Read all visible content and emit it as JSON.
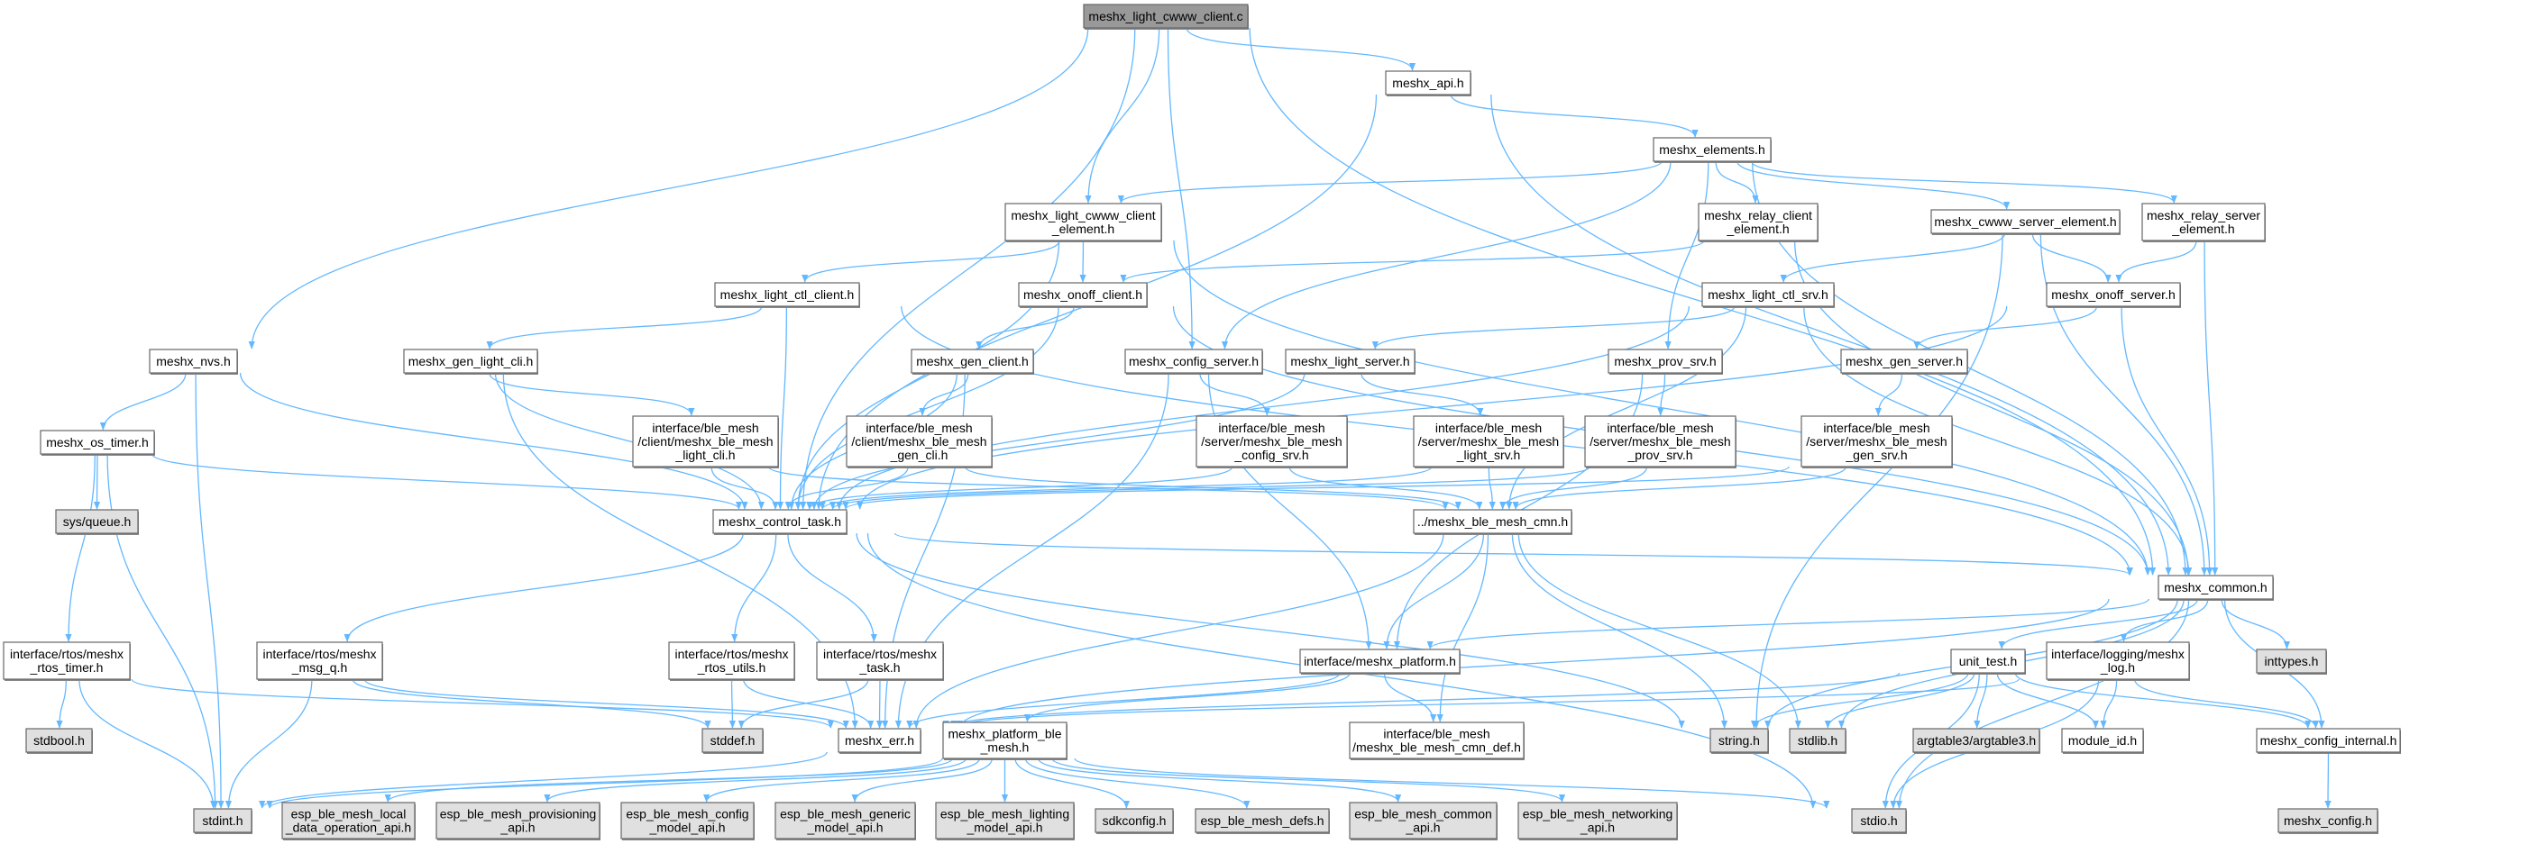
{
  "graph": {
    "title": "meshx_light_cwww_client.c",
    "colors": {
      "edge": "#63b8ff",
      "root_fill": "#999999",
      "node_fill": "#ffffff",
      "system_fill": "#e0e0e0",
      "border": "#666666"
    },
    "nodes": [
      {
        "id": "root",
        "label": [
          "meshx_light_cwww_client.c"
        ],
        "kind": "root"
      },
      {
        "id": "api",
        "label": [
          "meshx_api.h"
        ],
        "kind": "local"
      },
      {
        "id": "elements",
        "label": [
          "meshx_elements.h"
        ],
        "kind": "local"
      },
      {
        "id": "cwww_cli_el",
        "label": [
          "meshx_light_cwww_client",
          "_element.h"
        ],
        "kind": "local"
      },
      {
        "id": "relay_cli_el",
        "label": [
          "meshx_relay_client",
          "_element.h"
        ],
        "kind": "local"
      },
      {
        "id": "cwww_srv_el",
        "label": [
          "meshx_cwww_server_element.h"
        ],
        "kind": "local"
      },
      {
        "id": "relay_srv_el",
        "label": [
          "meshx_relay_server",
          "_element.h"
        ],
        "kind": "local"
      },
      {
        "id": "light_ctl_client",
        "label": [
          "meshx_light_ctl_client.h"
        ],
        "kind": "local"
      },
      {
        "id": "onoff_client",
        "label": [
          "meshx_onoff_client.h"
        ],
        "kind": "local"
      },
      {
        "id": "light_ctl_srv",
        "label": [
          "meshx_light_ctl_srv.h"
        ],
        "kind": "local"
      },
      {
        "id": "onoff_server",
        "label": [
          "meshx_onoff_server.h"
        ],
        "kind": "local"
      },
      {
        "id": "nvs",
        "label": [
          "meshx_nvs.h"
        ],
        "kind": "local"
      },
      {
        "id": "gen_light_cli",
        "label": [
          "meshx_gen_light_cli.h"
        ],
        "kind": "local"
      },
      {
        "id": "gen_client",
        "label": [
          "meshx_gen_client.h"
        ],
        "kind": "local"
      },
      {
        "id": "config_server",
        "label": [
          "meshx_config_server.h"
        ],
        "kind": "local"
      },
      {
        "id": "light_server",
        "label": [
          "meshx_light_server.h"
        ],
        "kind": "local"
      },
      {
        "id": "prov_srv",
        "label": [
          "meshx_prov_srv.h"
        ],
        "kind": "local"
      },
      {
        "id": "gen_server",
        "label": [
          "meshx_gen_server.h"
        ],
        "kind": "local"
      },
      {
        "id": "os_timer",
        "label": [
          "meshx_os_timer.h"
        ],
        "kind": "local"
      },
      {
        "id": "ble_light_cli",
        "label": [
          "interface/ble_mesh",
          "/client/meshx_ble_mesh",
          "_light_cli.h"
        ],
        "kind": "local"
      },
      {
        "id": "ble_gen_cli",
        "label": [
          "interface/ble_mesh",
          "/client/meshx_ble_mesh",
          "_gen_cli.h"
        ],
        "kind": "local"
      },
      {
        "id": "ble_config_srv",
        "label": [
          "interface/ble_mesh",
          "/server/meshx_ble_mesh",
          "_config_srv.h"
        ],
        "kind": "local"
      },
      {
        "id": "ble_light_srv",
        "label": [
          "interface/ble_mesh",
          "/server/meshx_ble_mesh",
          "_light_srv.h"
        ],
        "kind": "local"
      },
      {
        "id": "ble_prov_srv",
        "label": [
          "interface/ble_mesh",
          "/server/meshx_ble_mesh",
          "_prov_srv.h"
        ],
        "kind": "local"
      },
      {
        "id": "ble_gen_srv",
        "label": [
          "interface/ble_mesh",
          "/server/meshx_ble_mesh",
          "_gen_srv.h"
        ],
        "kind": "local"
      },
      {
        "id": "sys_queue",
        "label": [
          "sys/queue.h"
        ],
        "kind": "system"
      },
      {
        "id": "control_task",
        "label": [
          "meshx_control_task.h"
        ],
        "kind": "local"
      },
      {
        "id": "ble_mesh_cmn",
        "label": [
          "../meshx_ble_mesh_cmn.h"
        ],
        "kind": "local"
      },
      {
        "id": "common",
        "label": [
          "meshx_common.h"
        ],
        "kind": "local"
      },
      {
        "id": "rtos_timer",
        "label": [
          "interface/rtos/meshx",
          "_rtos_timer.h"
        ],
        "kind": "local"
      },
      {
        "id": "msg_q",
        "label": [
          "interface/rtos/meshx",
          "_msg_q.h"
        ],
        "kind": "local"
      },
      {
        "id": "rtos_utils",
        "label": [
          "interface/rtos/meshx",
          "_rtos_utils.h"
        ],
        "kind": "local"
      },
      {
        "id": "rtos_task",
        "label": [
          "interface/rtos/meshx",
          "_task.h"
        ],
        "kind": "local"
      },
      {
        "id": "platform",
        "label": [
          "interface/meshx_platform.h"
        ],
        "kind": "local"
      },
      {
        "id": "unit_test",
        "label": [
          "unit_test.h"
        ],
        "kind": "local"
      },
      {
        "id": "log",
        "label": [
          "interface/logging/meshx",
          "_log.h"
        ],
        "kind": "local"
      },
      {
        "id": "inttypes",
        "label": [
          "inttypes.h"
        ],
        "kind": "system"
      },
      {
        "id": "stdbool",
        "label": [
          "stdbool.h"
        ],
        "kind": "system"
      },
      {
        "id": "stddef",
        "label": [
          "stddef.h"
        ],
        "kind": "system"
      },
      {
        "id": "err",
        "label": [
          "meshx_err.h"
        ],
        "kind": "local"
      },
      {
        "id": "platform_ble",
        "label": [
          "meshx_platform_ble",
          "_mesh.h"
        ],
        "kind": "local"
      },
      {
        "id": "cmn_def",
        "label": [
          "interface/ble_mesh",
          "/meshx_ble_mesh_cmn_def.h"
        ],
        "kind": "local"
      },
      {
        "id": "string",
        "label": [
          "string.h"
        ],
        "kind": "system"
      },
      {
        "id": "stdlib",
        "label": [
          "stdlib.h"
        ],
        "kind": "system"
      },
      {
        "id": "argtable",
        "label": [
          "argtable3/argtable3.h"
        ],
        "kind": "system"
      },
      {
        "id": "module_id",
        "label": [
          "module_id.h"
        ],
        "kind": "local"
      },
      {
        "id": "config_internal",
        "label": [
          "meshx_config_internal.h"
        ],
        "kind": "local"
      },
      {
        "id": "stdint",
        "label": [
          "stdint.h"
        ],
        "kind": "system"
      },
      {
        "id": "local_data",
        "label": [
          "esp_ble_mesh_local",
          "_data_operation_api.h"
        ],
        "kind": "system"
      },
      {
        "id": "provisioning",
        "label": [
          "esp_ble_mesh_provisioning",
          "_api.h"
        ],
        "kind": "system"
      },
      {
        "id": "config_model",
        "label": [
          "esp_ble_mesh_config",
          "_model_api.h"
        ],
        "kind": "system"
      },
      {
        "id": "generic_model",
        "label": [
          "esp_ble_mesh_generic",
          "_model_api.h"
        ],
        "kind": "system"
      },
      {
        "id": "lighting_model",
        "label": [
          "esp_ble_mesh_lighting",
          "_model_api.h"
        ],
        "kind": "system"
      },
      {
        "id": "sdkconfig",
        "label": [
          "sdkconfig.h"
        ],
        "kind": "system"
      },
      {
        "id": "defs",
        "label": [
          "esp_ble_mesh_defs.h"
        ],
        "kind": "system"
      },
      {
        "id": "common_api",
        "label": [
          "esp_ble_mesh_common",
          "_api.h"
        ],
        "kind": "system"
      },
      {
        "id": "networking",
        "label": [
          "esp_ble_mesh_networking",
          "_api.h"
        ],
        "kind": "system"
      },
      {
        "id": "stdio",
        "label": [
          "stdio.h"
        ],
        "kind": "system"
      },
      {
        "id": "meshx_config",
        "label": [
          "meshx_config.h"
        ],
        "kind": "system"
      }
    ],
    "edges": [
      [
        "root",
        "nvs"
      ],
      [
        "root",
        "control_task"
      ],
      [
        "root",
        "cwww_cli_el"
      ],
      [
        "root",
        "config_server"
      ],
      [
        "root",
        "api"
      ],
      [
        "root",
        "common"
      ],
      [
        "api",
        "elements"
      ],
      [
        "api",
        "control_task"
      ],
      [
        "api",
        "common"
      ],
      [
        "elements",
        "cwww_cli_el"
      ],
      [
        "elements",
        "relay_cli_el"
      ],
      [
        "elements",
        "cwww_srv_el"
      ],
      [
        "elements",
        "relay_srv_el"
      ],
      [
        "elements",
        "prov_srv"
      ],
      [
        "elements",
        "config_server"
      ],
      [
        "elements",
        "common"
      ],
      [
        "cwww_cli_el",
        "light_ctl_client"
      ],
      [
        "cwww_cli_el",
        "onoff_client"
      ],
      [
        "cwww_cli_el",
        "control_task"
      ],
      [
        "cwww_cli_el",
        "common"
      ],
      [
        "relay_cli_el",
        "onoff_client"
      ],
      [
        "relay_cli_el",
        "common"
      ],
      [
        "cwww_srv_el",
        "light_ctl_srv"
      ],
      [
        "cwww_srv_el",
        "onoff_server"
      ],
      [
        "cwww_srv_el",
        "common"
      ],
      [
        "cwww_srv_el",
        "string"
      ],
      [
        "relay_srv_el",
        "onoff_server"
      ],
      [
        "relay_srv_el",
        "common"
      ],
      [
        "light_ctl_client",
        "gen_light_cli"
      ],
      [
        "light_ctl_client",
        "control_task"
      ],
      [
        "light_ctl_client",
        "common"
      ],
      [
        "onoff_client",
        "gen_client"
      ],
      [
        "onoff_client",
        "control_task"
      ],
      [
        "onoff_client",
        "common"
      ],
      [
        "light_ctl_srv",
        "light_server"
      ],
      [
        "light_ctl_srv",
        "control_task"
      ],
      [
        "light_ctl_srv",
        "common"
      ],
      [
        "light_ctl_srv",
        "ble_mesh_cmn"
      ],
      [
        "onoff_server",
        "gen_server"
      ],
      [
        "onoff_server",
        "control_task"
      ],
      [
        "onoff_server",
        "common"
      ],
      [
        "nvs",
        "os_timer"
      ],
      [
        "nvs",
        "control_task"
      ],
      [
        "nvs",
        "stdint"
      ],
      [
        "gen_light_cli",
        "ble_light_cli"
      ],
      [
        "gen_light_cli",
        "control_task"
      ],
      [
        "gen_light_cli",
        "err"
      ],
      [
        "gen_client",
        "ble_gen_cli"
      ],
      [
        "gen_client",
        "control_task"
      ],
      [
        "gen_client",
        "err"
      ],
      [
        "config_server",
        "ble_config_srv"
      ],
      [
        "config_server",
        "err"
      ],
      [
        "config_server",
        "platform"
      ],
      [
        "light_server",
        "ble_light_srv"
      ],
      [
        "light_server",
        "control_task"
      ],
      [
        "prov_srv",
        "ble_prov_srv"
      ],
      [
        "prov_srv",
        "platform"
      ],
      [
        "gen_server",
        "ble_gen_srv"
      ],
      [
        "os_timer",
        "sys_queue"
      ],
      [
        "os_timer",
        "rtos_timer"
      ],
      [
        "os_timer",
        "stdint"
      ],
      [
        "os_timer",
        "control_task"
      ],
      [
        "ble_light_cli",
        "control_task"
      ],
      [
        "ble_light_cli",
        "ble_mesh_cmn"
      ],
      [
        "ble_gen_cli",
        "control_task"
      ],
      [
        "ble_gen_cli",
        "ble_mesh_cmn"
      ],
      [
        "ble_config_srv",
        "control_task"
      ],
      [
        "ble_config_srv",
        "ble_mesh_cmn"
      ],
      [
        "ble_light_srv",
        "control_task"
      ],
      [
        "ble_light_srv",
        "ble_mesh_cmn"
      ],
      [
        "ble_prov_srv",
        "control_task"
      ],
      [
        "ble_prov_srv",
        "ble_mesh_cmn"
      ],
      [
        "ble_gen_srv",
        "control_task"
      ],
      [
        "ble_gen_srv",
        "ble_mesh_cmn"
      ],
      [
        "control_task",
        "msg_q"
      ],
      [
        "control_task",
        "rtos_utils"
      ],
      [
        "control_task",
        "rtos_task"
      ],
      [
        "control_task",
        "common"
      ],
      [
        "control_task",
        "string"
      ],
      [
        "control_task",
        "stdio"
      ],
      [
        "ble_mesh_cmn",
        "err"
      ],
      [
        "ble_mesh_cmn",
        "platform"
      ],
      [
        "ble_mesh_cmn",
        "cmn_def"
      ],
      [
        "ble_mesh_cmn",
        "string"
      ],
      [
        "ble_mesh_cmn",
        "stdlib"
      ],
      [
        "common",
        "platform"
      ],
      [
        "common",
        "err"
      ],
      [
        "common",
        "string"
      ],
      [
        "common",
        "stdlib"
      ],
      [
        "common",
        "unit_test"
      ],
      [
        "common",
        "log"
      ],
      [
        "common",
        "inttypes"
      ],
      [
        "common",
        "config_internal"
      ],
      [
        "common",
        "stdio"
      ],
      [
        "rtos_timer",
        "stdbool"
      ],
      [
        "rtos_timer",
        "stdint"
      ],
      [
        "rtos_timer",
        "err"
      ],
      [
        "msg_q",
        "stdint"
      ],
      [
        "msg_q",
        "stddef"
      ],
      [
        "msg_q",
        "err"
      ],
      [
        "rtos_utils",
        "stddef"
      ],
      [
        "rtos_utils",
        "err"
      ],
      [
        "rtos_task",
        "stddef"
      ],
      [
        "rtos_task",
        "err"
      ],
      [
        "platform",
        "platform_ble"
      ],
      [
        "platform",
        "cmn_def"
      ],
      [
        "platform",
        "err"
      ],
      [
        "unit_test",
        "err"
      ],
      [
        "unit_test",
        "string"
      ],
      [
        "unit_test",
        "stdlib"
      ],
      [
        "unit_test",
        "argtable"
      ],
      [
        "unit_test",
        "module_id"
      ],
      [
        "unit_test",
        "config_internal"
      ],
      [
        "unit_test",
        "stdio"
      ],
      [
        "log",
        "module_id"
      ],
      [
        "log",
        "config_internal"
      ],
      [
        "log",
        "stdio"
      ],
      [
        "log",
        "err"
      ],
      [
        "err",
        "stdint"
      ],
      [
        "platform_ble",
        "stdint"
      ],
      [
        "platform_ble",
        "local_data"
      ],
      [
        "platform_ble",
        "provisioning"
      ],
      [
        "platform_ble",
        "config_model"
      ],
      [
        "platform_ble",
        "generic_model"
      ],
      [
        "platform_ble",
        "lighting_model"
      ],
      [
        "platform_ble",
        "sdkconfig"
      ],
      [
        "platform_ble",
        "defs"
      ],
      [
        "platform_ble",
        "common_api"
      ],
      [
        "platform_ble",
        "networking"
      ],
      [
        "platform_ble",
        "stdio"
      ],
      [
        "config_internal",
        "meshx_config"
      ]
    ]
  }
}
